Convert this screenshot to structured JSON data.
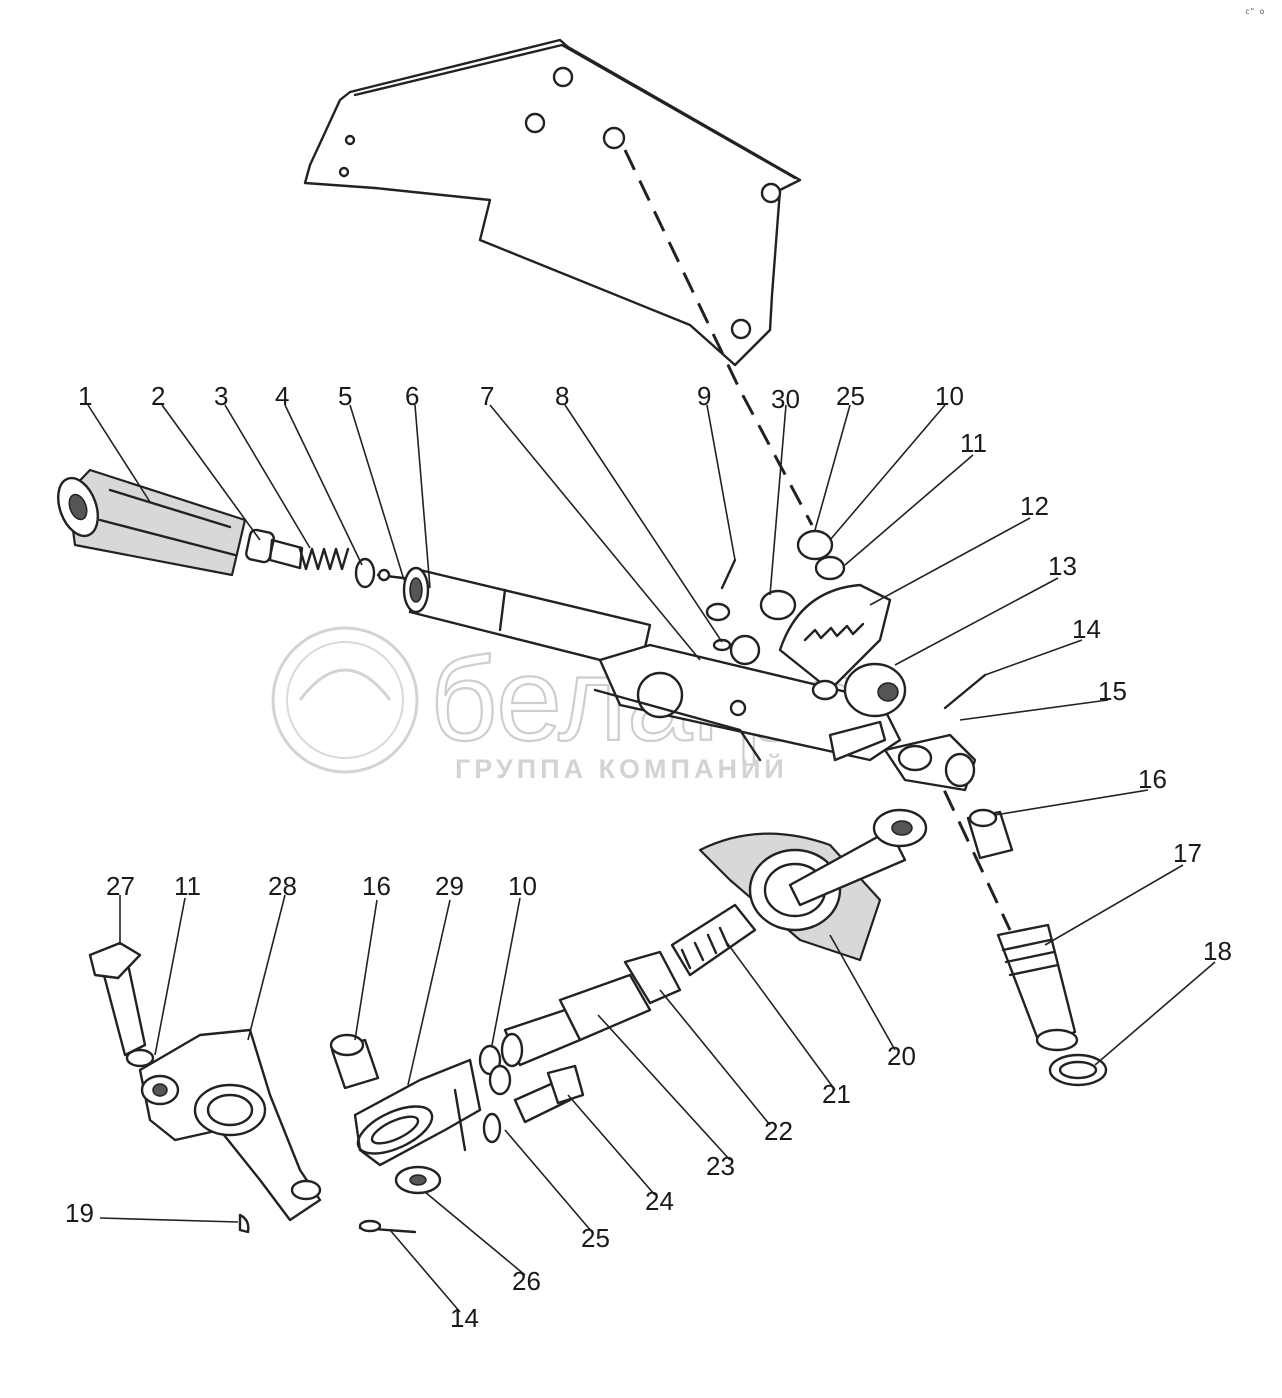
{
  "watermark": {
    "brand": "белагро",
    "subtitle": "ГРУППА КОМПАНИЙ"
  },
  "corner_mark": "с\" о",
  "callouts": [
    {
      "id": "1",
      "text": "1"
    },
    {
      "id": "2",
      "text": "2"
    },
    {
      "id": "3",
      "text": "3"
    },
    {
      "id": "4",
      "text": "4"
    },
    {
      "id": "5",
      "text": "5"
    },
    {
      "id": "6",
      "text": "6"
    },
    {
      "id": "7",
      "text": "7"
    },
    {
      "id": "8",
      "text": "8"
    },
    {
      "id": "9",
      "text": "9"
    },
    {
      "id": "30",
      "text": "30"
    },
    {
      "id": "25a",
      "text": "25"
    },
    {
      "id": "10a",
      "text": "10"
    },
    {
      "id": "11a",
      "text": "11"
    },
    {
      "id": "12",
      "text": "12"
    },
    {
      "id": "13",
      "text": "13"
    },
    {
      "id": "14a",
      "text": "14"
    },
    {
      "id": "15",
      "text": "15"
    },
    {
      "id": "16a",
      "text": "16"
    },
    {
      "id": "17",
      "text": "17"
    },
    {
      "id": "18",
      "text": "18"
    },
    {
      "id": "27",
      "text": "27"
    },
    {
      "id": "11b",
      "text": "11"
    },
    {
      "id": "28",
      "text": "28"
    },
    {
      "id": "16b",
      "text": "16"
    },
    {
      "id": "29",
      "text": "29"
    },
    {
      "id": "10b",
      "text": "10"
    },
    {
      "id": "20",
      "text": "20"
    },
    {
      "id": "21",
      "text": "21"
    },
    {
      "id": "22",
      "text": "22"
    },
    {
      "id": "23",
      "text": "23"
    },
    {
      "id": "24",
      "text": "24"
    },
    {
      "id": "25b",
      "text": "25"
    },
    {
      "id": "26",
      "text": "26"
    },
    {
      "id": "19",
      "text": "19"
    },
    {
      "id": "14b",
      "text": "14"
    }
  ]
}
